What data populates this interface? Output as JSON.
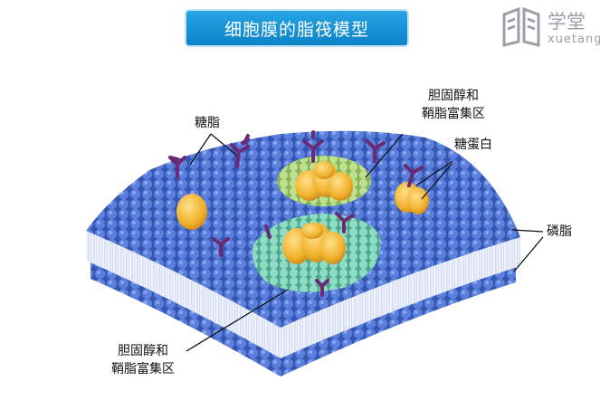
{
  "title": "细胞膜的脂筏模型",
  "logo": {
    "text": "学堂",
    "sub_text": "xuetang"
  },
  "labels": {
    "glycolipid": "糖脂",
    "raft_top_line1": "胆固醇和",
    "raft_top_line2": "鞘脂富集区",
    "glycoprotein": "糖蛋白",
    "phospholipid": "磷脂",
    "raft_bottom_line1": "胆固醇和",
    "raft_bottom_line2": "鞘脂富集区"
  },
  "colors": {
    "membrane_blue": "#4a6fcf",
    "raft_green": "#b6d98a",
    "raft_teal": "#7ccfb6",
    "protein_gold": "#f2b93b",
    "sugar_purple": "#6a2a74",
    "banner_blue": "#1a94dc"
  }
}
